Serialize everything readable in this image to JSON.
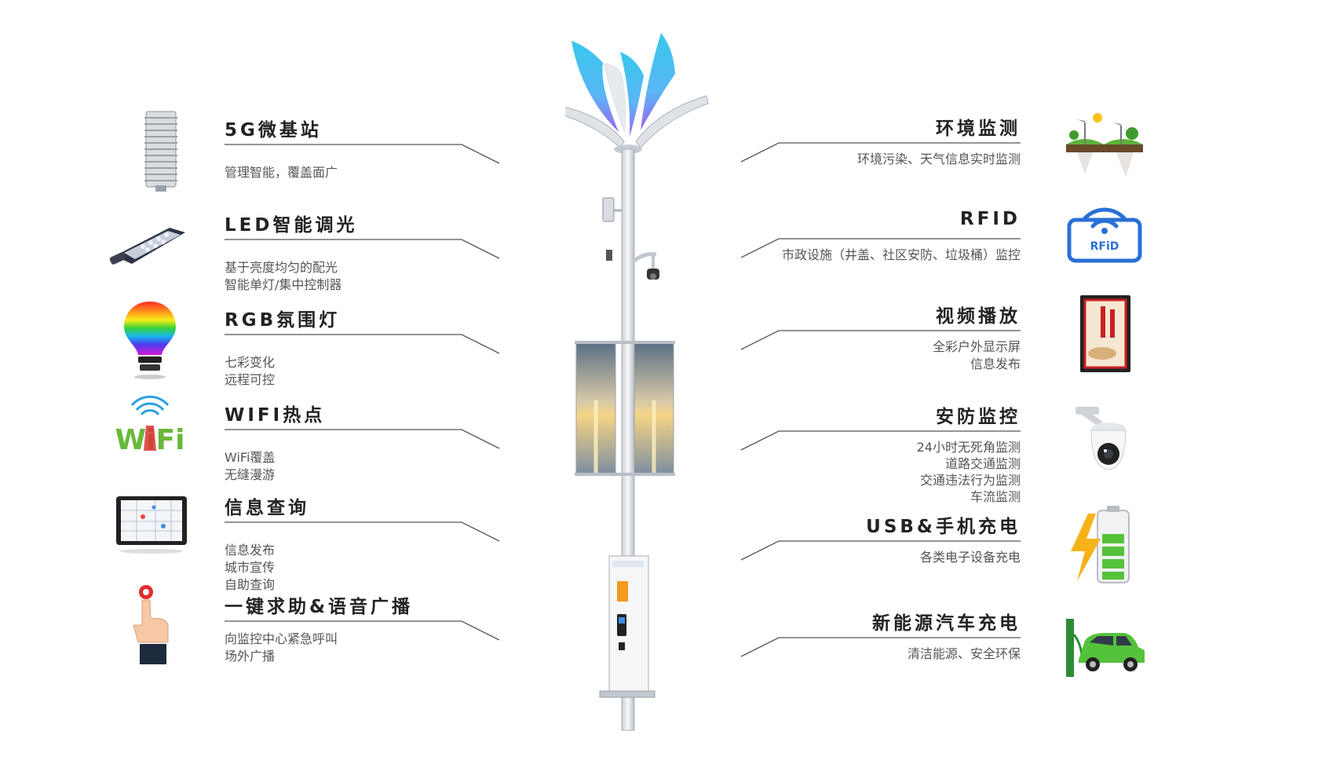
{
  "left_features": [
    {
      "title": "5G微基站",
      "lines": [
        "管理智能，覆盖面广"
      ],
      "icon": "5g-base-station-icon"
    },
    {
      "title": "LED智能调光",
      "lines": [
        "基于亮度均匀的配光",
        "智能单灯/集中控制器"
      ],
      "icon": "led-street-lamp-icon"
    },
    {
      "title": "RGB氛围灯",
      "lines": [
        "七彩变化",
        "远程可控"
      ],
      "icon": "rgb-bulb-icon"
    },
    {
      "title": "WIFI热点",
      "lines": [
        "WiFi覆盖",
        "无缝漫游"
      ],
      "icon": "wifi-icon"
    },
    {
      "title": "信息查询",
      "lines": [
        "信息发布",
        "城市宣传",
        "自助查询"
      ],
      "icon": "tablet-icon"
    },
    {
      "title": "一键求助&语音广播",
      "lines": [
        "向监控中心紧急呼叫",
        "场外广播"
      ],
      "icon": "sos-button-icon"
    }
  ],
  "right_features": [
    {
      "title": "环境监测",
      "lines": [
        "环境污染、天气信息实时监测"
      ],
      "icon": "environment-icon"
    },
    {
      "title": "RFID",
      "lines": [
        "市政设施（井盖、社区安防、垃圾桶）监控"
      ],
      "icon": "rfid-icon",
      "icon_text": "RFiD"
    },
    {
      "title": "视频播放",
      "lines": [
        "全彩户外显示屏",
        "信息发布"
      ],
      "icon": "display-screen-icon"
    },
    {
      "title": "安防监控",
      "lines": [
        "24小时无死角监测",
        "道路交通监测",
        "交通违法行为监测",
        "车流监测"
      ],
      "icon": "dome-camera-icon"
    },
    {
      "title": "USB&手机充电",
      "lines": [
        "各类电子设备充电"
      ],
      "icon": "usb-charging-icon"
    },
    {
      "title": "新能源汽车充电",
      "lines": [
        "清洁能源、安全环保"
      ],
      "icon": "ev-charging-icon"
    }
  ],
  "colors": {
    "leader_line": "#555555",
    "title": "#222222",
    "text": "#555555",
    "accent_blue": "#2a6fd6",
    "glow": "#37c8ee",
    "charger_orange": "#f39a1e",
    "green": "#55c23b"
  }
}
